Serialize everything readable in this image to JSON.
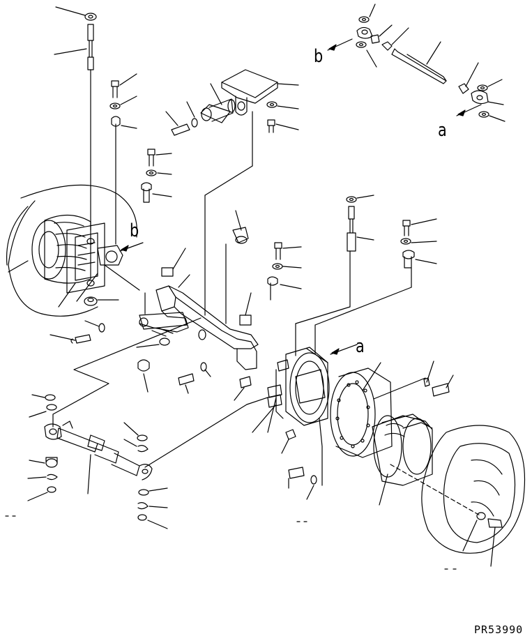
{
  "callouts": {
    "a_top": "a",
    "b_top": "b",
    "b_left": "b",
    "a_right": "a"
  },
  "part_number": "PR53990",
  "colors": {
    "ink": "#000000",
    "paper": "#ffffff"
  }
}
